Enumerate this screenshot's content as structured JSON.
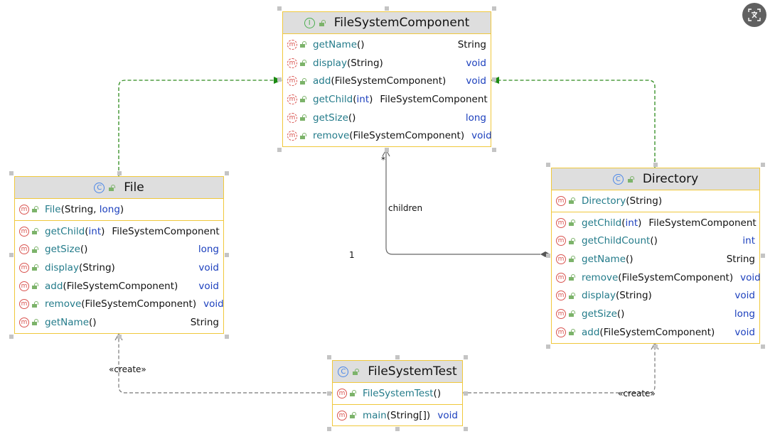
{
  "classes": [
    {
      "id": "fsc",
      "kind": "interface",
      "name": "FileSystemComponent",
      "sections": [
        [
          {
            "name": "getName",
            "params": [],
            "ret": "String",
            "ret_kw": false,
            "abstract": true
          },
          {
            "name": "display",
            "params": [
              {
                "t": "String"
              }
            ],
            "ret": "void",
            "ret_kw": true,
            "abstract": true
          },
          {
            "name": "add",
            "params": [
              {
                "t": "FileSystemComponent"
              }
            ],
            "ret": "void",
            "ret_kw": true,
            "abstract": true
          },
          {
            "name": "getChild",
            "params": [
              {
                "t": "int",
                "kw": true
              }
            ],
            "ret": "FileSystemComponent",
            "ret_kw": false,
            "abstract": true
          },
          {
            "name": "getSize",
            "params": [],
            "ret": "long",
            "ret_kw": true,
            "abstract": true
          },
          {
            "name": "remove",
            "params": [
              {
                "t": "FileSystemComponent"
              }
            ],
            "ret": "void",
            "ret_kw": true,
            "abstract": true
          }
        ]
      ]
    },
    {
      "id": "file",
      "kind": "class",
      "name": "File",
      "sections": [
        [
          {
            "name": "File",
            "params": [
              {
                "t": "String"
              },
              {
                "t": "long",
                "kw": true
              }
            ],
            "ret": "",
            "ret_kw": false
          }
        ],
        [
          {
            "name": "getChild",
            "params": [
              {
                "t": "int",
                "kw": true
              }
            ],
            "ret": "FileSystemComponent",
            "ret_kw": false
          },
          {
            "name": "getSize",
            "params": [],
            "ret": "long",
            "ret_kw": true
          },
          {
            "name": "display",
            "params": [
              {
                "t": "String"
              }
            ],
            "ret": "void",
            "ret_kw": true
          },
          {
            "name": "add",
            "params": [
              {
                "t": "FileSystemComponent"
              }
            ],
            "ret": "void",
            "ret_kw": true
          },
          {
            "name": "remove",
            "params": [
              {
                "t": "FileSystemComponent"
              }
            ],
            "ret": "void",
            "ret_kw": true
          },
          {
            "name": "getName",
            "params": [],
            "ret": "String",
            "ret_kw": false
          }
        ]
      ]
    },
    {
      "id": "dir",
      "kind": "class",
      "name": "Directory",
      "sections": [
        [
          {
            "name": "Directory",
            "params": [
              {
                "t": "String"
              }
            ],
            "ret": "",
            "ret_kw": false
          }
        ],
        [
          {
            "name": "getChild",
            "params": [
              {
                "t": "int",
                "kw": true
              }
            ],
            "ret": "FileSystemComponent",
            "ret_kw": false
          },
          {
            "name": "getChildCount",
            "params": [],
            "ret": "int",
            "ret_kw": true
          },
          {
            "name": "getName",
            "params": [],
            "ret": "String",
            "ret_kw": false
          },
          {
            "name": "remove",
            "params": [
              {
                "t": "FileSystemComponent"
              }
            ],
            "ret": "void",
            "ret_kw": true
          },
          {
            "name": "display",
            "params": [
              {
                "t": "String"
              }
            ],
            "ret": "void",
            "ret_kw": true
          },
          {
            "name": "getSize",
            "params": [],
            "ret": "long",
            "ret_kw": true
          },
          {
            "name": "add",
            "params": [
              {
                "t": "FileSystemComponent"
              }
            ],
            "ret": "void",
            "ret_kw": true
          }
        ]
      ]
    },
    {
      "id": "test",
      "kind": "class",
      "name": "FileSystemTest",
      "sections": [
        [
          {
            "name": "FileSystemTest",
            "params": [],
            "ret": "",
            "ret_kw": false
          }
        ],
        [
          {
            "name": "main",
            "params": [
              {
                "t": "String[]"
              }
            ],
            "ret": "void",
            "ret_kw": true
          }
        ]
      ]
    }
  ],
  "edges": {
    "multiplicity_many": "*",
    "role": "children",
    "multiplicity_one": "1",
    "create_label_file": "«create»",
    "create_label_dir": "«create»"
  },
  "icons": {
    "method": "m",
    "class": "C",
    "interface": "I"
  },
  "colors": {
    "realization": "#2e8b1e",
    "dependency": "#777777",
    "border": "#f0c83c",
    "header": "#dedede"
  }
}
